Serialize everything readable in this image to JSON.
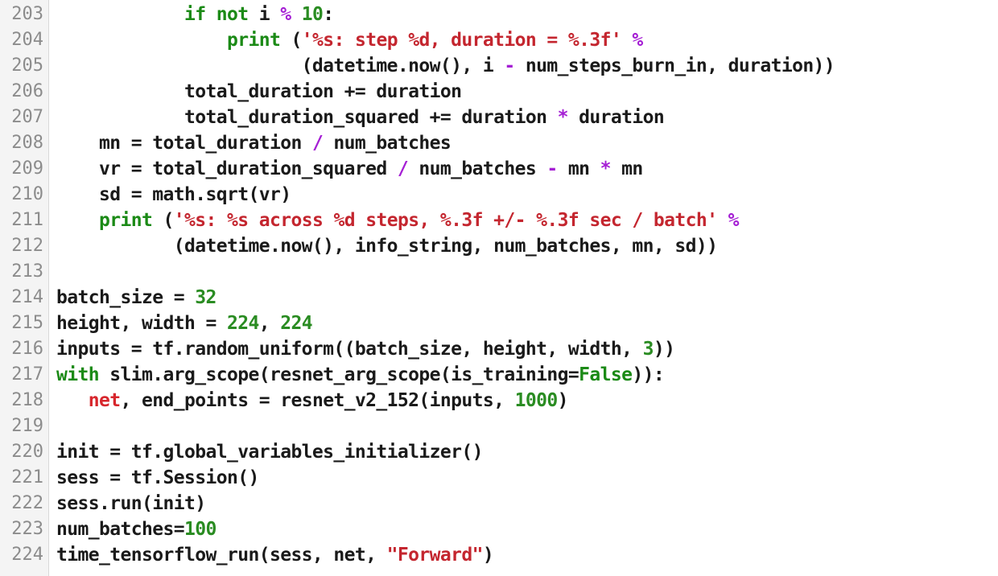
{
  "editor": {
    "lines": [
      {
        "num": "203",
        "tokens": [
          {
            "t": "            "
          },
          {
            "t": "if",
            "c": "kw"
          },
          {
            "t": " "
          },
          {
            "t": "not",
            "c": "kw"
          },
          {
            "t": " i "
          },
          {
            "t": "%",
            "c": "op"
          },
          {
            "t": " "
          },
          {
            "t": "10",
            "c": "num"
          },
          {
            "t": ":"
          }
        ]
      },
      {
        "num": "204",
        "tokens": [
          {
            "t": "                "
          },
          {
            "t": "print",
            "c": "kw"
          },
          {
            "t": " ("
          },
          {
            "t": "'%s: step %d, duration = %.3f'",
            "c": "str"
          },
          {
            "t": " "
          },
          {
            "t": "%",
            "c": "op"
          }
        ]
      },
      {
        "num": "205",
        "tokens": [
          {
            "t": "                       (datetime.now(), i "
          },
          {
            "t": "-",
            "c": "op"
          },
          {
            "t": " num_steps_burn_in, duration))"
          }
        ]
      },
      {
        "num": "206",
        "tokens": [
          {
            "t": "            total_duration += duration"
          }
        ]
      },
      {
        "num": "207",
        "tokens": [
          {
            "t": "            total_duration_squared += duration "
          },
          {
            "t": "*",
            "c": "op"
          },
          {
            "t": " duration"
          }
        ]
      },
      {
        "num": "208",
        "tokens": [
          {
            "t": "    mn = total_duration "
          },
          {
            "t": "/",
            "c": "op"
          },
          {
            "t": " num_batches"
          }
        ]
      },
      {
        "num": "209",
        "tokens": [
          {
            "t": "    vr = total_duration_squared "
          },
          {
            "t": "/",
            "c": "op"
          },
          {
            "t": " num_batches "
          },
          {
            "t": "-",
            "c": "op"
          },
          {
            "t": " mn "
          },
          {
            "t": "*",
            "c": "op"
          },
          {
            "t": " mn"
          }
        ]
      },
      {
        "num": "210",
        "tokens": [
          {
            "t": "    sd = math.sqrt(vr)"
          }
        ]
      },
      {
        "num": "211",
        "tokens": [
          {
            "t": "    "
          },
          {
            "t": "print",
            "c": "kw"
          },
          {
            "t": " ("
          },
          {
            "t": "'%s: %s across %d steps, %.3f +/- %.3f sec / batch'",
            "c": "str"
          },
          {
            "t": " "
          },
          {
            "t": "%",
            "c": "op"
          }
        ]
      },
      {
        "num": "212",
        "tokens": [
          {
            "t": "           (datetime.now(), info_string, num_batches, mn, sd))"
          }
        ]
      },
      {
        "num": "213",
        "tokens": []
      },
      {
        "num": "214",
        "tokens": [
          {
            "t": "batch_size = "
          },
          {
            "t": "32",
            "c": "num"
          }
        ]
      },
      {
        "num": "215",
        "tokens": [
          {
            "t": "height, width = "
          },
          {
            "t": "224",
            "c": "num"
          },
          {
            "t": ", "
          },
          {
            "t": "224",
            "c": "num"
          }
        ]
      },
      {
        "num": "216",
        "tokens": [
          {
            "t": "inputs = tf.random_uniform((batch_size, height, width, "
          },
          {
            "t": "3",
            "c": "num"
          },
          {
            "t": "))"
          }
        ]
      },
      {
        "num": "217",
        "tokens": [
          {
            "t": "with",
            "c": "kw"
          },
          {
            "t": " slim.arg_scope(resnet_arg_scope(is_training="
          },
          {
            "t": "False",
            "c": "kw"
          },
          {
            "t": ")):"
          }
        ]
      },
      {
        "num": "218",
        "tokens": [
          {
            "t": "   "
          },
          {
            "t": "net",
            "c": "var"
          },
          {
            "t": ", end_points = resnet_v2_152(inputs, "
          },
          {
            "t": "1000",
            "c": "num"
          },
          {
            "t": ")"
          }
        ]
      },
      {
        "num": "219",
        "tokens": []
      },
      {
        "num": "220",
        "tokens": [
          {
            "t": "init = tf.global_variables_initializer()"
          }
        ]
      },
      {
        "num": "221",
        "tokens": [
          {
            "t": "sess = tf.Session()"
          }
        ]
      },
      {
        "num": "222",
        "tokens": [
          {
            "t": "sess.run(init)"
          }
        ]
      },
      {
        "num": "223",
        "tokens": [
          {
            "t": "num_batches="
          },
          {
            "t": "100",
            "c": "num"
          }
        ]
      },
      {
        "num": "224",
        "tokens": [
          {
            "t": "time_tensorflow_run(sess, net, "
          },
          {
            "t": "\"Forward\"",
            "c": "str"
          },
          {
            "t": ")"
          }
        ]
      }
    ]
  },
  "colors": {
    "keyword": "#1b8a16",
    "string": "#c4262f",
    "number": "#2a8c22",
    "operator": "#a51fd4",
    "variable": "#d7262c",
    "text": "#1a1a1a",
    "line_number": "#8c8c8c",
    "gutter_background": "#f4f4f4"
  }
}
